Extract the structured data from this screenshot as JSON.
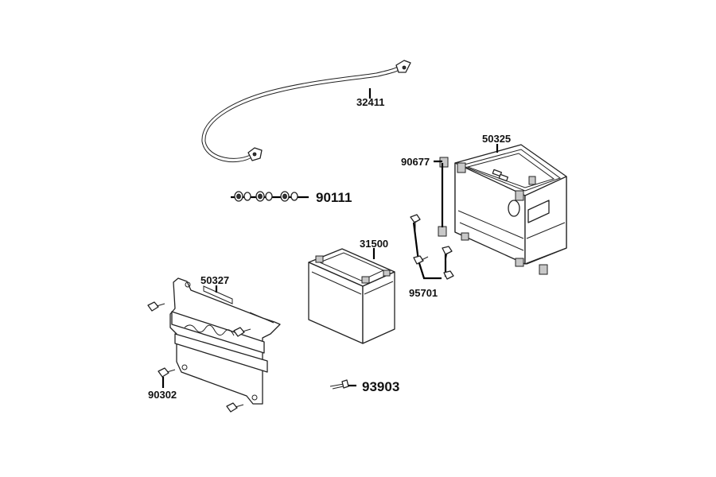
{
  "diagram": {
    "parts": [
      {
        "number": "32411"
      },
      {
        "number": "90111"
      },
      {
        "number": "90677"
      },
      {
        "number": "50325"
      },
      {
        "number": "31500"
      },
      {
        "number": "50327"
      },
      {
        "number": "95701"
      },
      {
        "number": "90302"
      },
      {
        "number": "93903"
      }
    ]
  }
}
